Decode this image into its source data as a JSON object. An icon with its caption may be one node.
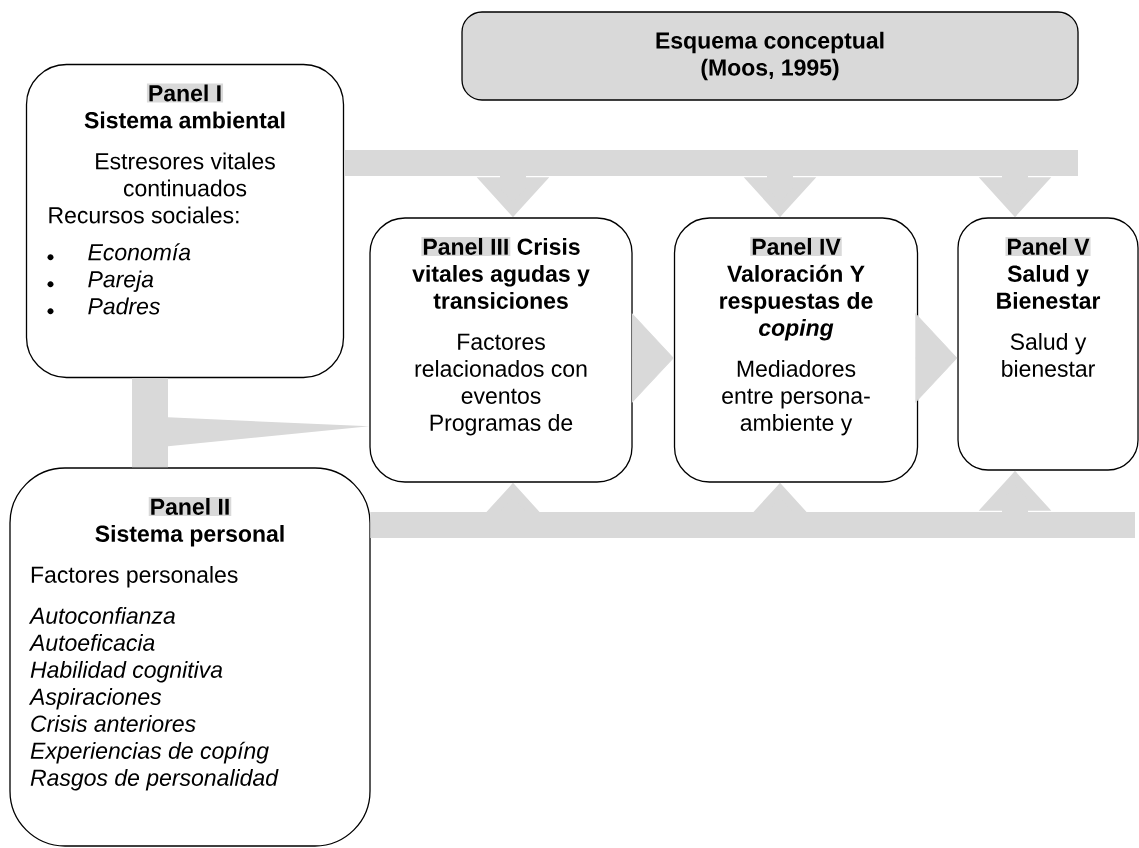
{
  "diagram": {
    "nodes": [
      {
        "text": [
          "Esquema conceptual (Moos, 1995)"
        ]
      },
      {
        "text": [
          "Panel I",
          "Sistema ambiental",
          "Estresores vitales continuados",
          "Recursos sociales:",
          "Economía",
          "Pareja",
          "Padres"
        ]
      },
      {
        "text": [
          "Panel III",
          "Crisis vitales agudas y transiciones",
          "Factores relacionados con eventos Programas de"
        ]
      },
      {
        "text": [
          "Panel IV",
          "Valoración Y respuestas de *coping*",
          "Mediadores entre persona-ambiente y"
        ]
      },
      {
        "text": [
          "Panel V",
          "Salud y Bienestar",
          "Salud y bienestar"
        ]
      },
      {
        "text": [
          "Panel II",
          "Sistema personal",
          "Factores personales",
          "Autoconfianza",
          "Autoeficacia",
          "Habilidad cognitiva",
          "Aspiraciones",
          "Crisis anteriores",
          "Experiencias de copíng",
          "Rasgos de personalidad"
        ]
      }
    ],
    "edges": [
      {
        "from": 1,
        "to": 2,
        "arrow": "to"
      },
      {
        "from": 1,
        "to": 3,
        "arrow": "to"
      },
      {
        "from": 1,
        "to": 4,
        "arrow": "to"
      },
      {
        "from": 5,
        "to": 2,
        "arrow": "to"
      },
      {
        "from": 5,
        "to": 3,
        "arrow": "to"
      },
      {
        "from": 5,
        "to": 4,
        "arrow": "to"
      },
      {
        "from": 2,
        "to": 3,
        "arrow": "to"
      },
      {
        "from": 3,
        "to": 4,
        "arrow": "to"
      },
      {
        "from": 1,
        "to": 5,
        "arrow": "none"
      },
      {
        "from": 5,
        "to": 2,
        "arrow": "to"
      }
    ]
  }
}
